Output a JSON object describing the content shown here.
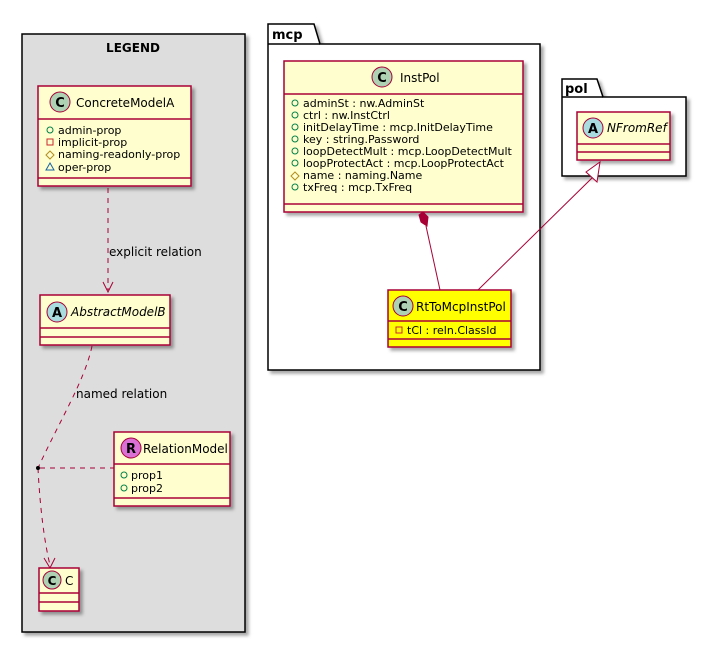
{
  "legend": {
    "title": "LEGEND",
    "concrete": {
      "stereo": "C",
      "name": "ConcreteModelA",
      "attrs": [
        {
          "vis": "+",
          "text": "admin-prop"
        },
        {
          "vis": "-",
          "text": "implicit-prop"
        },
        {
          "vis": "#",
          "text": "naming-readonly-prop"
        },
        {
          "vis": "~",
          "text": "oper-prop"
        }
      ]
    },
    "explicit_relation": "explicit relation",
    "abstract": {
      "stereo": "A",
      "name": "AbstractModelB"
    },
    "named_relation": "named relation",
    "relation_model": {
      "stereo": "R",
      "name": "RelationModel",
      "attrs": [
        {
          "vis": "+",
          "text": "prop1"
        },
        {
          "vis": "+",
          "text": "prop2"
        }
      ]
    },
    "c_class": {
      "stereo": "C",
      "name": "C"
    }
  },
  "packages": {
    "mcp": {
      "name": "mcp",
      "instpol": {
        "stereo": "C",
        "name": "InstPol",
        "attrs": [
          {
            "vis": "+",
            "text": "adminSt : nw.AdminSt"
          },
          {
            "vis": "+",
            "text": "ctrl : nw.InstCtrl"
          },
          {
            "vis": "+",
            "text": "initDelayTime : mcp.InitDelayTime"
          },
          {
            "vis": "+",
            "text": "key : string.Password"
          },
          {
            "vis": "+",
            "text": "loopDetectMult : mcp.LoopDetectMult"
          },
          {
            "vis": "+",
            "text": "loopProtectAct : mcp.LoopProtectAct"
          },
          {
            "vis": "#",
            "text": "name : naming.Name"
          },
          {
            "vis": "+",
            "text": "txFreq : mcp.TxFreq"
          }
        ]
      },
      "rt": {
        "stereo": "C",
        "name": "RtToMcpInstPol",
        "attrs": [
          {
            "vis": "-",
            "text": "tCl : reln.ClassId"
          }
        ]
      }
    },
    "pol": {
      "name": "pol",
      "nfromref": {
        "stereo": "A",
        "name": "NFromRef"
      }
    }
  },
  "colors": {
    "class_fill": "#FEFECE",
    "border": "#A80036",
    "highlight_fill": "#FFFF00",
    "legend_bg": "#DDDDDD",
    "circle_c": "#ADD1B2",
    "circle_a": "#A9DCDF",
    "circle_r": "#FF7700",
    "vis_public": "#84BE84",
    "vis_private": "#C82930",
    "vis_protected": "#B38D22",
    "vis_package": "#1963A0"
  }
}
